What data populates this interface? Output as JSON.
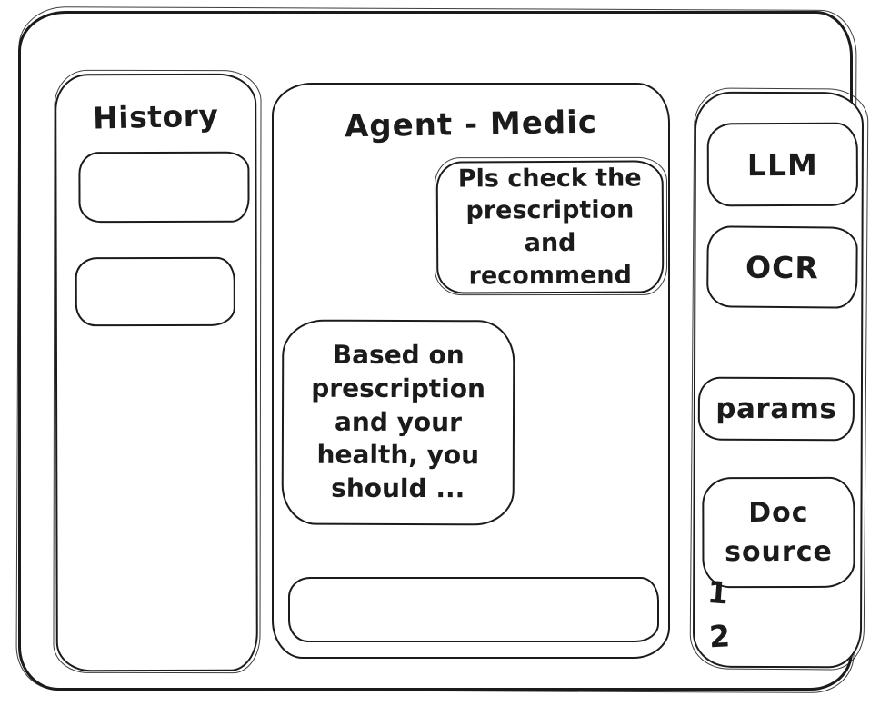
{
  "window": {
    "history_panel": {
      "title": "History",
      "items": [
        {
          "label": ""
        },
        {
          "label": ""
        }
      ]
    },
    "chat_panel": {
      "title": "Agent - Medic",
      "messages": [
        {
          "role": "user",
          "text": "Pls check the prescription and recommend"
        },
        {
          "role": "assistant",
          "text": "Based on prescription and your health, you should ..."
        }
      ],
      "input": {
        "value": "",
        "placeholder": ""
      }
    },
    "tools_panel": {
      "buttons": {
        "llm": "LLM",
        "ocr": "OCR",
        "params": "params",
        "doc_source": "Doc source"
      },
      "doc_source_items": [
        "1",
        "2"
      ]
    }
  },
  "colors": {
    "ink": "#1b1b1b",
    "background": "#ffffff"
  }
}
